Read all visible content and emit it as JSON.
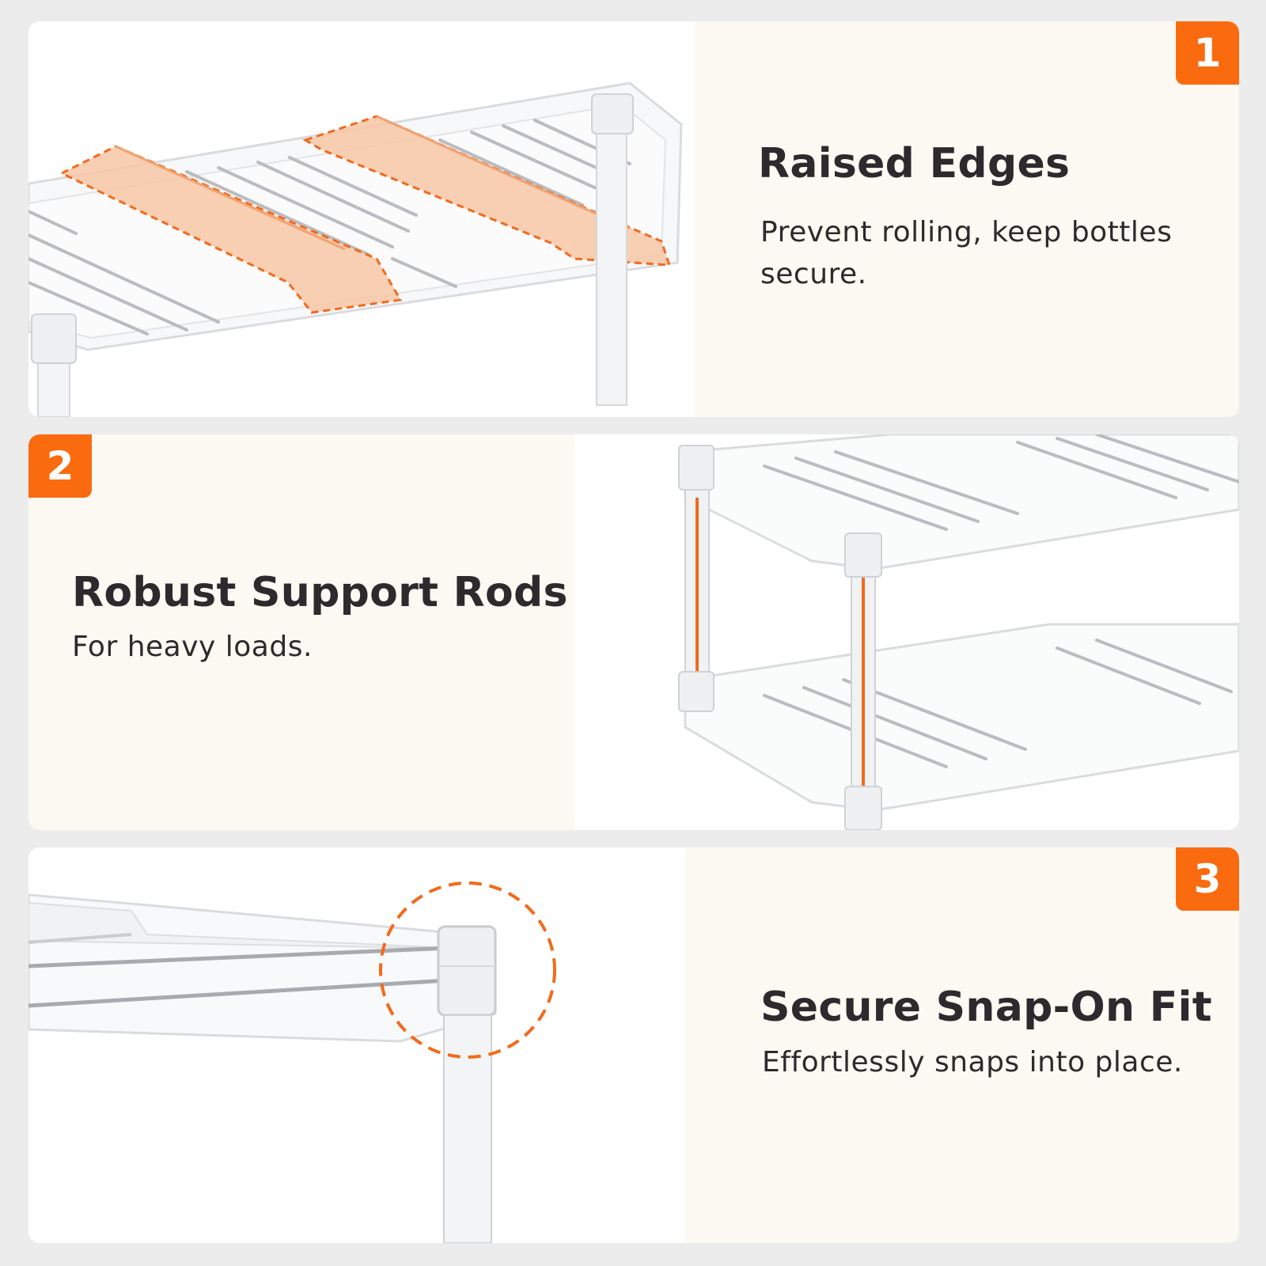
{
  "colors": {
    "accent": "#fa6b10",
    "text": "#2d2a2e",
    "panel_cream": "#fcf9f2",
    "page_background": "#ececec"
  },
  "features": [
    {
      "badge": "1",
      "title": "Raised Edges",
      "description": "Prevent rolling, keep bottles secure."
    },
    {
      "badge": "2",
      "title": "Robust Support Rods",
      "description": "For heavy loads."
    },
    {
      "badge": "3",
      "title": "Secure Snap-On Fit",
      "description": "Effortlessly snaps into place."
    }
  ]
}
